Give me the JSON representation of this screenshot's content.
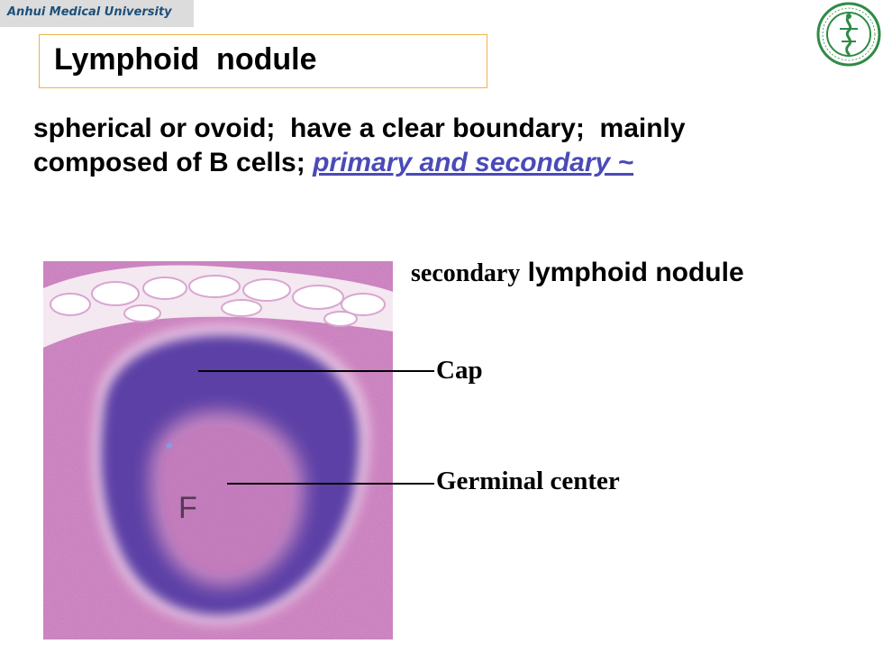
{
  "header": {
    "university": "Anhui Medical University",
    "title": "Lymphoid  nodule",
    "logo_icon": "university-seal-icon"
  },
  "description": {
    "line1": "spherical or ovoid;  have a clear boundary;  mainly",
    "line2_prefix": "composed of B cells; ",
    "line2_link": "primary and secondary ~"
  },
  "figure": {
    "heading_serif": "secondary",
    "heading_sans": " lymphoid nodule",
    "micrograph_label": "F",
    "labels": {
      "cap": "Cap",
      "germinal_center": "Germinal center"
    }
  },
  "colors": {
    "title_border": "#f0b14a",
    "link": "#4a4ab8",
    "university_text": "#1d4f7a",
    "university_tab": "#dcdcdc"
  }
}
